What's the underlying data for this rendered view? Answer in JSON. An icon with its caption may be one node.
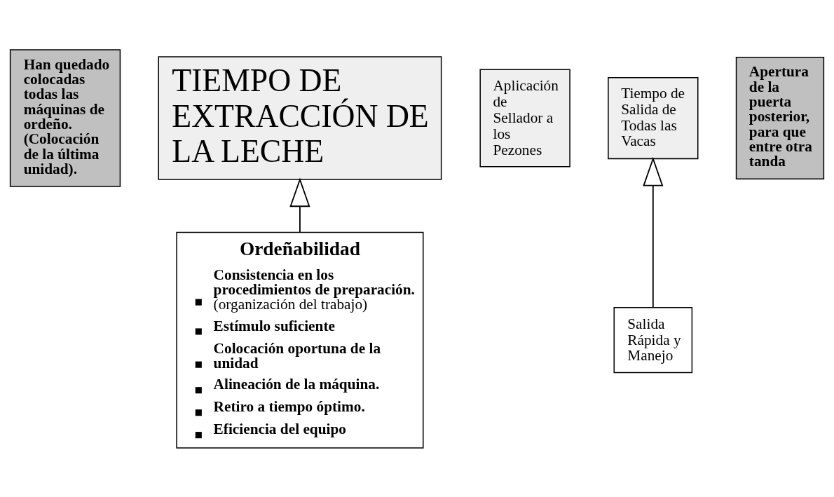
{
  "diagram": {
    "nodes": [
      {
        "text": [
          "Han quedado colocadas todas las máquinas de ordeño. (Colocación de la última unidad)."
        ]
      },
      {
        "text": [
          "TIEMPO DE EXTRACCIÓN DE LA LECHE"
        ]
      },
      {
        "text": [
          "Ordeñabilidad",
          "**Consistencia en los procedimientos de preparación.** (organización del trabajo)",
          "Estímulo suficiente",
          "Colocación oportuna de la unidad",
          "Alineación de la máquina.",
          "Retiro a tiempo óptimo.",
          "Eficiencia del equipo"
        ]
      },
      {
        "text": [
          "Aplicación de Sellador a los Pezones"
        ]
      },
      {
        "text": [
          "Tiempo de Salida de Todas las Vacas"
        ]
      },
      {
        "text": [
          "Salida Rápida y Manejo"
        ]
      },
      {
        "text": [
          "Apertura de la puerta posterior, para que entre otra tanda"
        ]
      }
    ],
    "edges": [
      {
        "from": 2,
        "to": 1,
        "arrow": "to"
      },
      {
        "from": 5,
        "to": 4,
        "arrow": "to"
      }
    ]
  }
}
